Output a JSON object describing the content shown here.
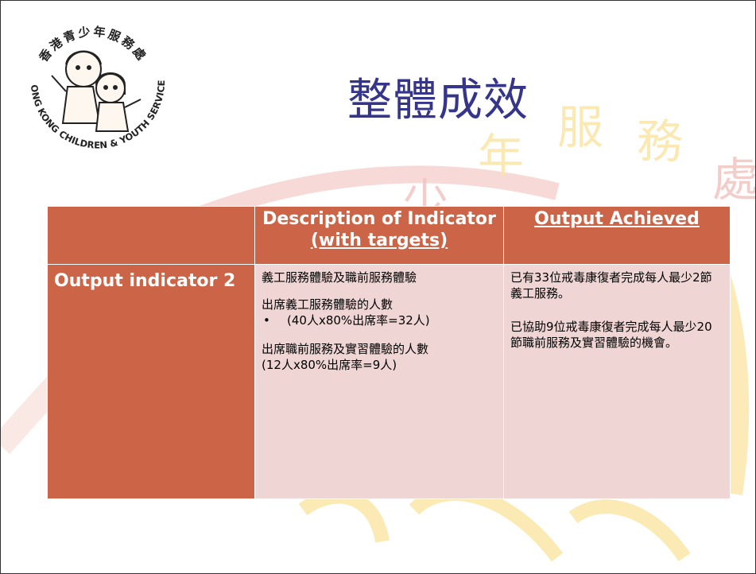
{
  "title": "整體成效",
  "logo": {
    "chinese_text": "香港青少年服務處",
    "english_text": "HONG KONG CHILDREN & YOUTH SERVICES"
  },
  "watermark": {
    "chars": [
      "少",
      "年",
      "服",
      "務",
      "處"
    ],
    "colors": {
      "red": "#e8b4b0",
      "yellow": "#fbe6a8"
    }
  },
  "table": {
    "headers": {
      "col2_line1": "Description of Indicator",
      "col2_line2": "(with targets)",
      "col3": "Output Achieved"
    },
    "row": {
      "label": "Output indicator 2",
      "description": {
        "line1": "義工服務體驗及職前服務體驗",
        "line2": "出席義工服務體驗的人數",
        "bullet": "(40人x80%出席率=32人)",
        "line3": "出席職前服務及實習體驗的人數",
        "line4": "(12人x80%出席率=9人)"
      },
      "achieved": {
        "para1": "已有33位戒毒康復者完成每人最少2節義工服務。",
        "para2": "已協助9位戒毒康復者完成每人最少20節職前服務及實習體驗的機會。"
      }
    }
  },
  "colors": {
    "header_bg": "#cc6548",
    "cell_bg": "#efd6d5",
    "title": "#35358a"
  }
}
